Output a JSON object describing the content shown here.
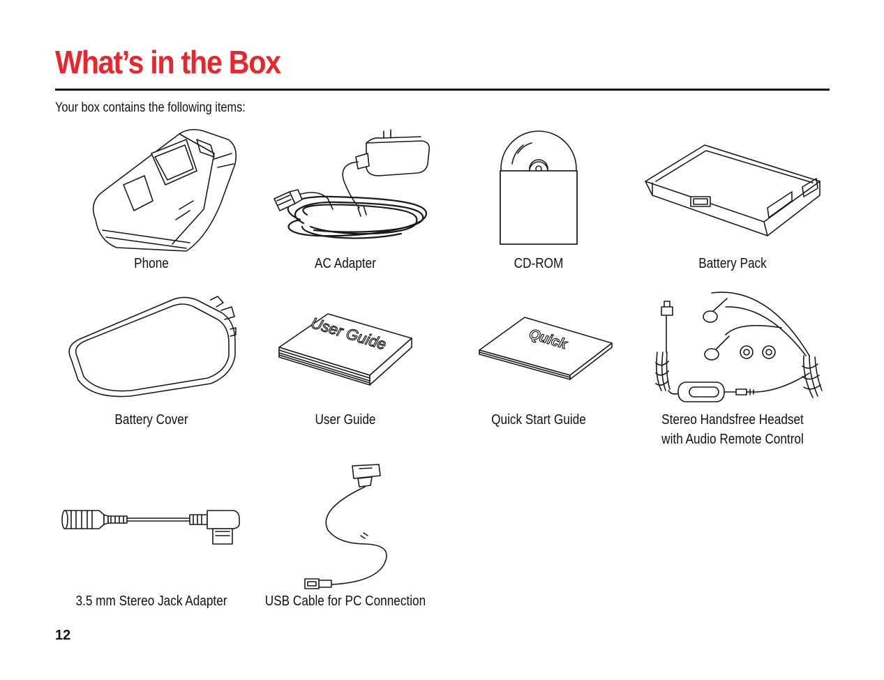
{
  "page": {
    "title": "What’s in the Box",
    "intro": "Your box contains the following items:",
    "page_number": "12",
    "accent_color": "#e8262e"
  },
  "items": [
    {
      "caption": [
        "Phone"
      ],
      "icon": "flip-phone-icon"
    },
    {
      "caption": [
        "AC Adapter"
      ],
      "icon": "ac-adapter-icon"
    },
    {
      "caption": [
        "CD-ROM"
      ],
      "icon": "cd-rom-icon"
    },
    {
      "caption": [
        "Battery Pack"
      ],
      "icon": "battery-pack-icon"
    },
    {
      "caption": [
        "Battery Cover"
      ],
      "icon": "battery-cover-icon"
    },
    {
      "caption": [
        "User Guide"
      ],
      "icon": "user-guide-icon",
      "cover_text": "User Guide"
    },
    {
      "caption": [
        "Quick Start Guide"
      ],
      "icon": "quick-start-guide-icon",
      "cover_text": "Quick"
    },
    {
      "caption": [
        "Stereo Handsfree Headset",
        "with Audio Remote Control"
      ],
      "icon": "stereo-headset-icon"
    },
    {
      "caption": [
        "3.5 mm Stereo Jack Adapter"
      ],
      "icon": "stereo-jack-adapter-icon"
    },
    {
      "caption": [
        "USB Cable for PC Connection"
      ],
      "icon": "usb-cable-icon"
    }
  ]
}
